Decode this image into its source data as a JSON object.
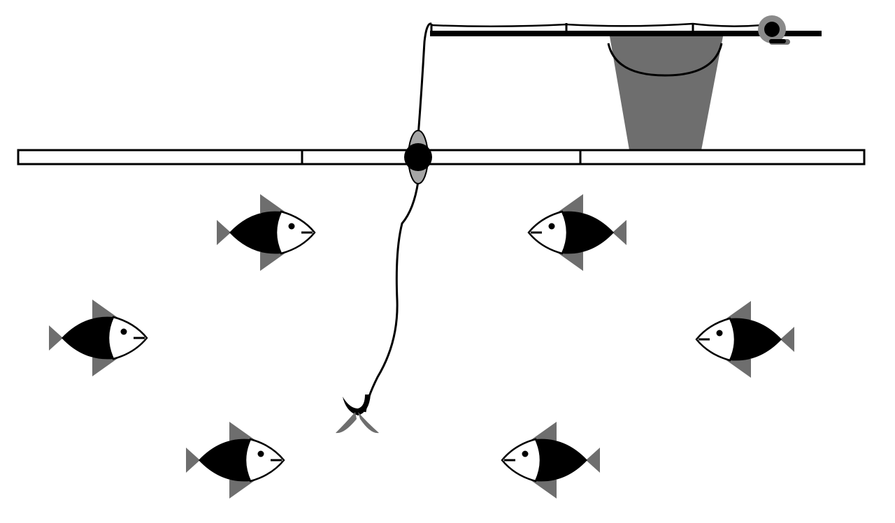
{
  "scene": {
    "background": "#ffffff",
    "ink": "#000000",
    "accent_gray": "#6e6e6e",
    "bobber_gray": "#a6a6a6"
  },
  "fishing_rod": {
    "icon": "fishing-rod-icon",
    "reel_icon": "reel-icon"
  },
  "bucket": {
    "icon": "bucket-icon"
  },
  "ice_shelf": {
    "icon": "ice-shelf-icon",
    "segments": 3
  },
  "bobber": {
    "icon": "bobber-icon"
  },
  "hook": {
    "icon": "hook-with-bait-icon"
  },
  "fish": [
    {
      "id": "fish-1",
      "facing": "right"
    },
    {
      "id": "fish-2",
      "facing": "left"
    },
    {
      "id": "fish-3",
      "facing": "right"
    },
    {
      "id": "fish-4",
      "facing": "left"
    },
    {
      "id": "fish-5",
      "facing": "right"
    },
    {
      "id": "fish-6",
      "facing": "left"
    }
  ]
}
